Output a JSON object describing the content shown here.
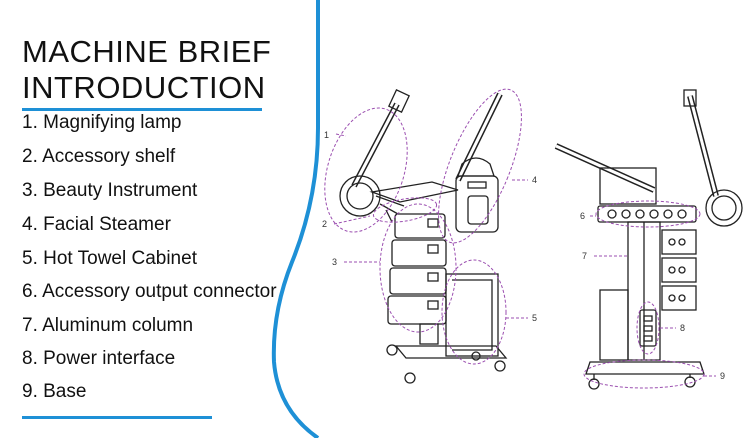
{
  "heading": {
    "line1": "MACHINE BRIEF",
    "line2": "INTRODUCTION"
  },
  "parts": [
    "1. Magnifying lamp",
    "2. Accessory shelf",
    "3. Beauty Instrument",
    "4. Facial Steamer",
    "5. Hot Towel Cabinet",
    "6. Accessory output connector",
    "7. Aluminum column",
    "8. Power interface",
    "9. Base"
  ],
  "callouts": {
    "front": [
      "1",
      "2",
      "3",
      "4",
      "5"
    ],
    "rear": [
      "6",
      "7",
      "8",
      "9"
    ]
  },
  "colors": {
    "accent": "#1e90d6",
    "callout_outline": "#9b4fb0"
  }
}
